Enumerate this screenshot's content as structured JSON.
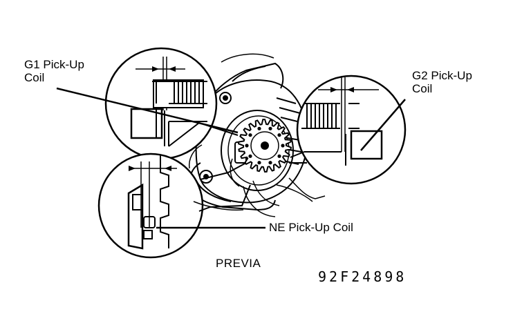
{
  "labels": {
    "g1_line1": "G1 Pick-Up",
    "g1_line2": "Coil",
    "g2_line1": "G2 Pick-Up",
    "g2_line2": "Coil",
    "ne": "NE Pick-Up Coil",
    "model": "PREVIA",
    "figure_code": "92F24898"
  },
  "colors": {
    "ink": "#000000",
    "paper": "#ffffff"
  }
}
